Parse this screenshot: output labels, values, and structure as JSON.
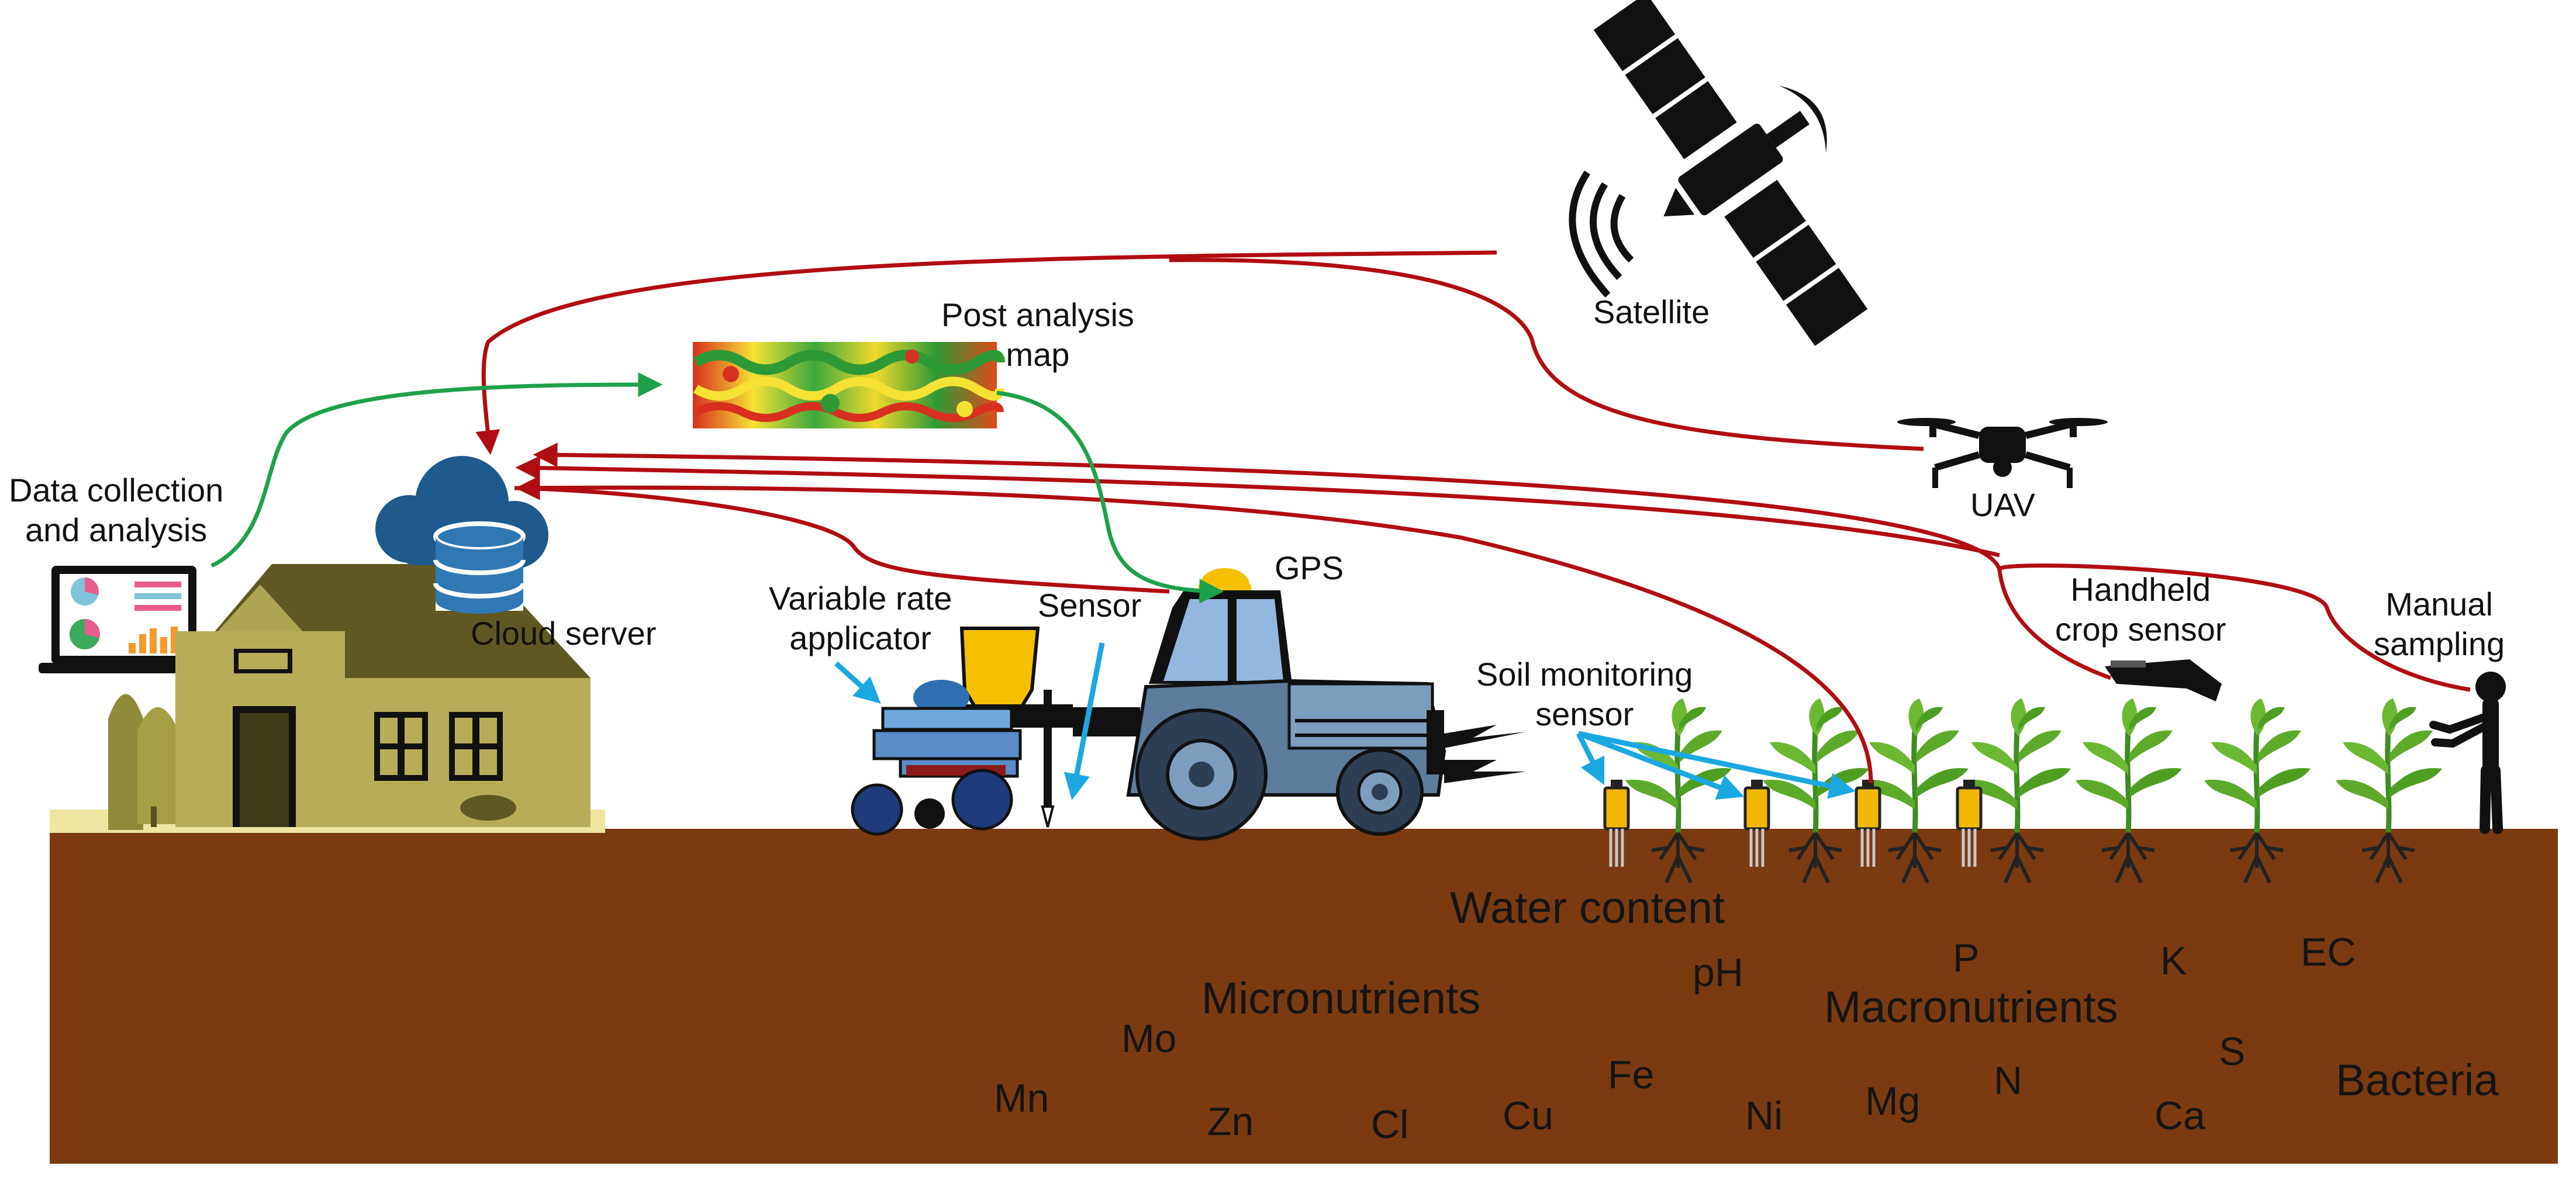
{
  "labels": {
    "satellite": "Satellite",
    "post_analysis_map": [
      "Post analysis",
      "map"
    ],
    "uav": "UAV",
    "data_collection": [
      "Data collection",
      "and analysis"
    ],
    "cloud_server": "Cloud server",
    "gps": "GPS",
    "variable_rate_applicator": [
      "Variable rate",
      "applicator"
    ],
    "sensor": "Sensor",
    "soil_monitoring_sensor": [
      "Soil monitoring",
      "sensor"
    ],
    "handheld_crop_sensor": [
      "Handheld",
      "crop sensor"
    ],
    "manual_sampling": [
      "Manual",
      "sampling"
    ]
  },
  "soil_properties": {
    "water_content": "Water content",
    "micronutrients": "Micronutrients",
    "macronutrients": "Macronutrients",
    "ph": "pH",
    "p": "P",
    "k": "K",
    "ec": "EC",
    "mo": "Mo",
    "mn": "Mn",
    "zn": "Zn",
    "cl": "Cl",
    "cu": "Cu",
    "fe": "Fe",
    "ni": "Ni",
    "mg": "Mg",
    "n": "N",
    "s": "S",
    "ca": "Ca",
    "bacteria": "Bacteria"
  },
  "colors": {
    "soil": "#7B3A10",
    "data_link": "#B00D12",
    "control_link": "#1FA14B",
    "sensor_arrow": "#1BA8E0",
    "house": "#B7AD58",
    "tractor": "#5E7C9C",
    "sensor_probe": "#F2B705",
    "cloud": "#1E5A8C",
    "plant": "#5DAA2A"
  }
}
